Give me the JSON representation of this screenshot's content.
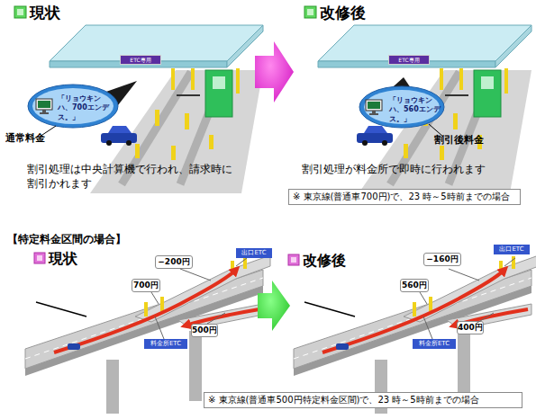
{
  "diagram": {
    "nodes": [
      {
        "text": [
          "ETC専用"
        ]
      },
      {
        "text": [
          "「リョウキンハ、700エンデス。」"
        ]
      },
      {
        "text": [
          "ETC専用"
        ]
      },
      {
        "text": [
          "「リョウキンハ、560エンデス。」"
        ]
      },
      {
        "text": [
          "※ 東京線(普通車700円)で、23 時～5時前までの場合"
        ]
      },
      {
        "text": [
          "−200円"
        ]
      },
      {
        "text": [
          "出口ETC"
        ]
      },
      {
        "text": [
          "700円"
        ]
      },
      {
        "text": [
          "料金所ETC"
        ]
      },
      {
        "text": [
          "500円"
        ]
      },
      {
        "text": [
          "−160円"
        ]
      },
      {
        "text": [
          "出口ETC"
        ]
      },
      {
        "text": [
          "560円"
        ]
      },
      {
        "text": [
          "料金所ETC"
        ]
      },
      {
        "text": [
          "400円"
        ]
      },
      {
        "text": [
          "※ 東京線(普通車500円特定料金区間)で、23 時～5時前までの場合"
        ]
      }
    ],
    "labels": [
      "現状",
      "改修後",
      "通常料金",
      "割引処理は中央計算機で行われ、請求時に 割引かれます",
      "割引後料金",
      "割引処理が料金所で即時に行われます",
      "【特定料金区間の場合】",
      "現状",
      "改修後"
    ]
  }
}
